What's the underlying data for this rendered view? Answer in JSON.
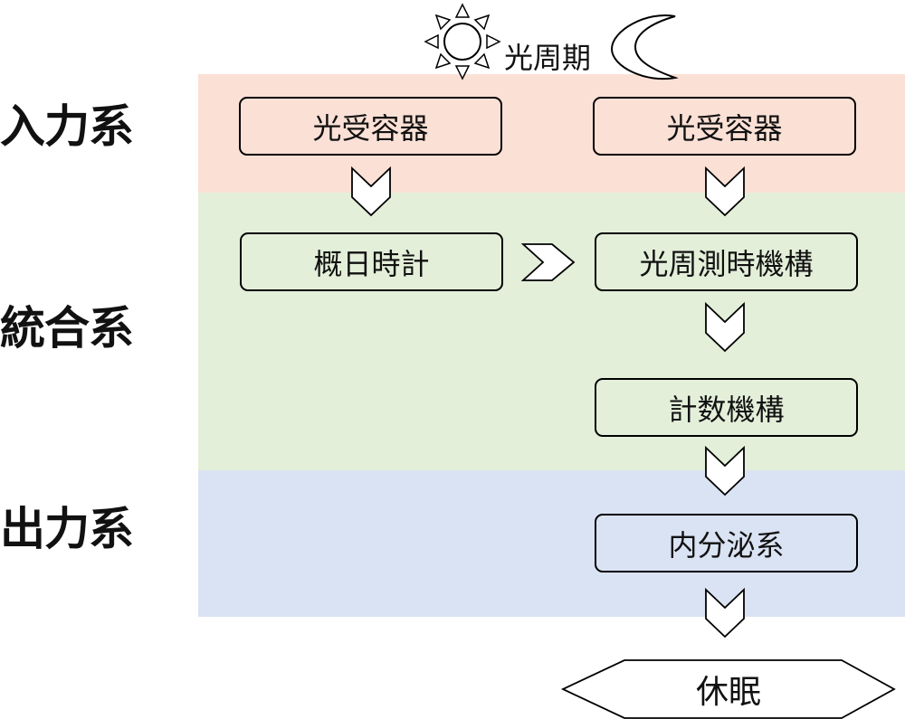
{
  "caption": "光周期",
  "rows": {
    "input": "入力系",
    "integration": "統合系",
    "output": "出力系"
  },
  "nodes": {
    "left_receptor": "光受容器",
    "right_receptor": "光受容器",
    "circadian_clock": "概日時計",
    "photoperiodic_timer": "光周測時機構",
    "counter": "計数機構",
    "endocrine": "内分泌系",
    "dormancy": "休眠"
  },
  "colors": {
    "input_band": "#fbe0d6",
    "integration_band": "#e3efd9",
    "output_band": "#dae3f3",
    "stroke": "#000000"
  },
  "icons": [
    "sun-icon",
    "crescent-moon-icon",
    "chevron-down-icon",
    "chevron-right-icon"
  ]
}
